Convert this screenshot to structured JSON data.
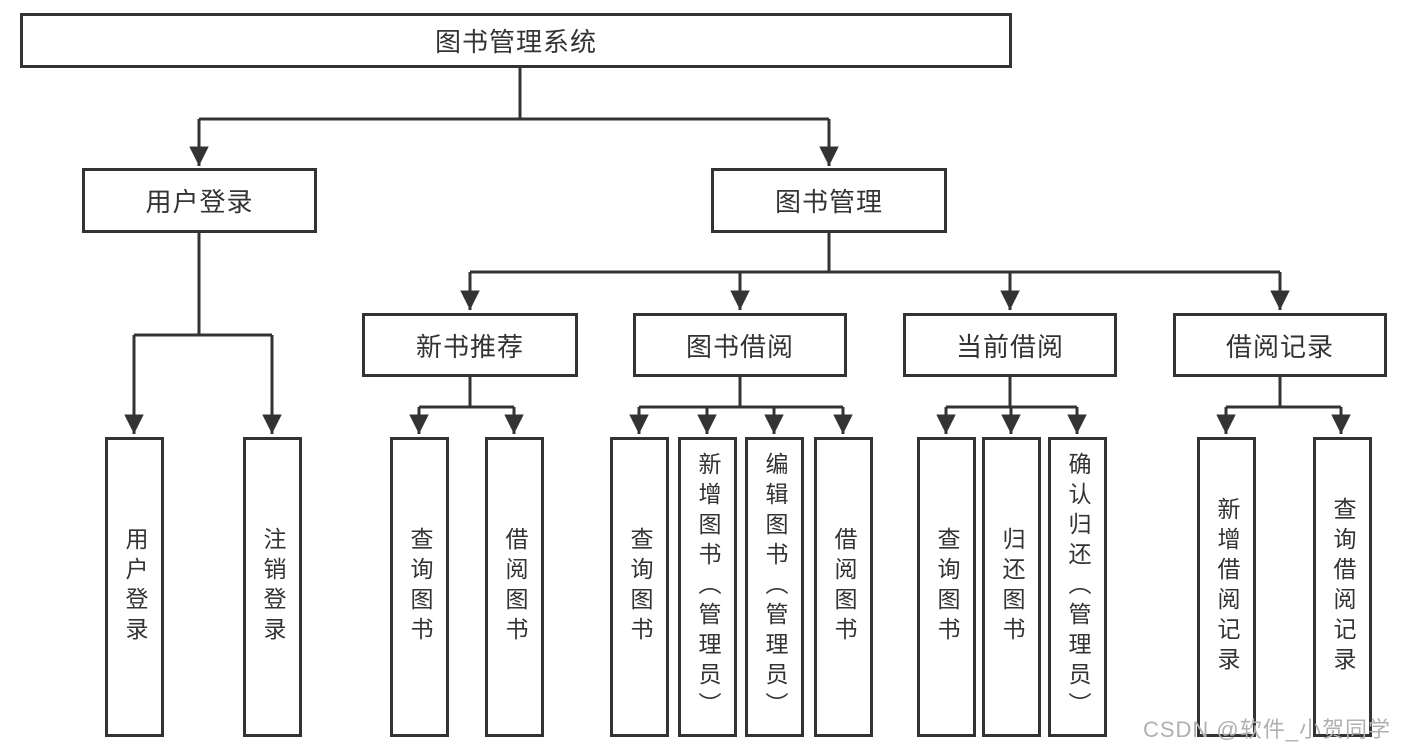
{
  "tree": {
    "root": {
      "label": "图书管理系统"
    },
    "level1": [
      {
        "label": "用户登录",
        "children": [
          "用户登录",
          "注销登录"
        ]
      },
      {
        "label": "图书管理"
      }
    ],
    "level2": [
      {
        "label": "新书推荐",
        "children": [
          "查询图书",
          "借阅图书"
        ]
      },
      {
        "label": "图书借阅",
        "children": [
          "查询图书",
          "新增图书（管理员）",
          "编辑图书（管理员）",
          "借阅图书"
        ]
      },
      {
        "label": "当前借阅",
        "children": [
          "查询图书",
          "归还图书",
          "确认归还（管理员）"
        ]
      },
      {
        "label": "借阅记录",
        "children": [
          "新增借阅记录",
          "查询借阅记录"
        ]
      }
    ]
  },
  "watermark": {
    "text": "CSDN @软件_小贺同学"
  },
  "colors": {
    "line": "#333333",
    "text": "#333333",
    "box_background": "#ffffff",
    "page_background": "#ffffff",
    "watermark": "#b0b0b0"
  }
}
